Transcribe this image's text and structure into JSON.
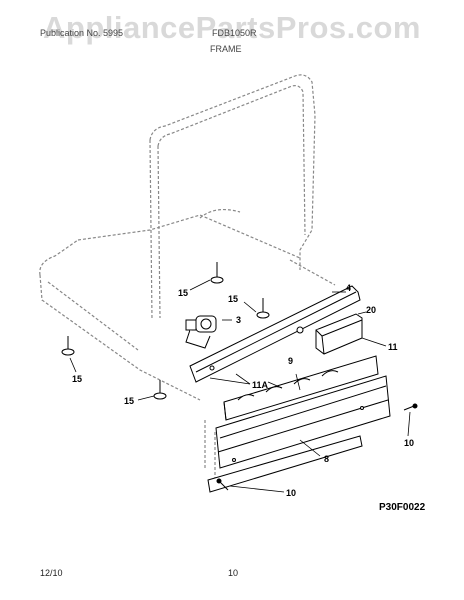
{
  "watermark": "AppliancePartsPros.com",
  "header": {
    "left": "Publication No. 5995",
    "center_code": "FDB1050R",
    "title": "FRAME"
  },
  "callouts": {
    "c3": "3",
    "c4": "4",
    "c8": "8",
    "c9": "9",
    "c10a": "10",
    "c10b": "10",
    "c11": "11",
    "c11a": "11A",
    "c15a": "15",
    "c15b": "15",
    "c15c": "15",
    "c15d": "15",
    "c20": "20"
  },
  "diagram_code": "P30F0022",
  "footer": {
    "date": "12/10",
    "page": "10"
  }
}
